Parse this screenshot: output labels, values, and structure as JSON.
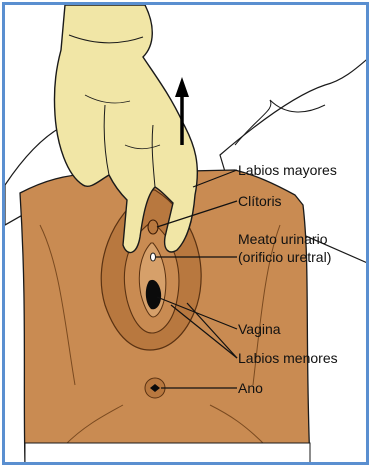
{
  "labels": {
    "labia_majora": "Labios mayores",
    "clitoris": "Clítoris",
    "urethral_meatus": "Meato urinario",
    "urethral_meatus_alt": "(orificio uretral)",
    "vagina": "Vagina",
    "labia_minora": "Labios menores",
    "anus": "Ano"
  },
  "icons": {
    "arrow": "up-arrow-icon",
    "glove": "gloved-hand-icon"
  },
  "colors": {
    "skin": "#c98b52",
    "skin_dark": "#a96a35",
    "glove": "#f1e6a6",
    "outline": "#1a1a1a",
    "border": "#5a8fd0"
  }
}
